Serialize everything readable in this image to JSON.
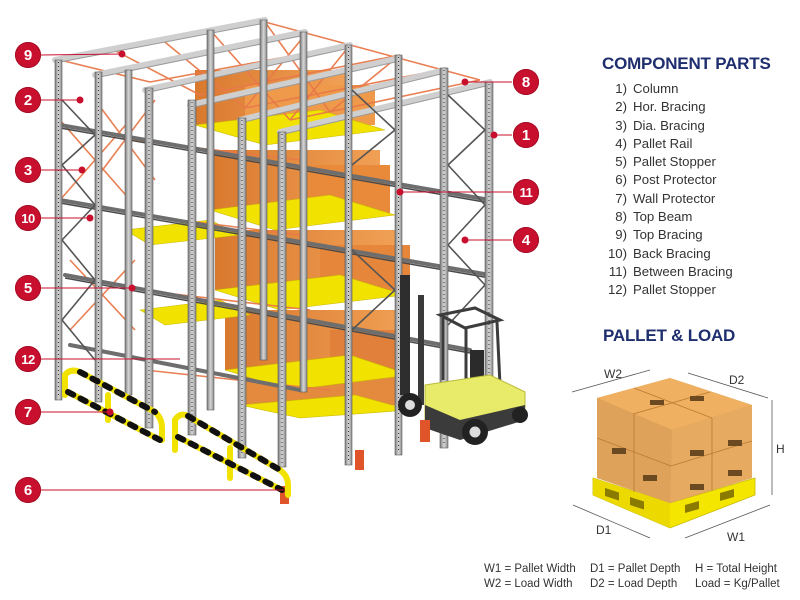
{
  "component_parts": {
    "title": "COMPONENT PARTS",
    "items": [
      {
        "num": "1)",
        "label": "Column"
      },
      {
        "num": "2)",
        "label": "Hor. Bracing"
      },
      {
        "num": "3)",
        "label": "Dia. Bracing"
      },
      {
        "num": "4)",
        "label": "Pallet Rail"
      },
      {
        "num": "5)",
        "label": "Pallet Stopper"
      },
      {
        "num": "6)",
        "label": "Post Protector"
      },
      {
        "num": "7)",
        "label": "Wall Protector"
      },
      {
        "num": "8)",
        "label": "Top Beam"
      },
      {
        "num": "9)",
        "label": "Top Bracing"
      },
      {
        "num": "10)",
        "label": "Back Bracing"
      },
      {
        "num": "11)",
        "label": "Between Bracing"
      },
      {
        "num": "12)",
        "label": "Pallet Stopper"
      }
    ]
  },
  "callouts": {
    "left": [
      "9",
      "2",
      "3",
      "10",
      "5",
      "12",
      "7",
      "6"
    ],
    "right": [
      "8",
      "1",
      "11",
      "4"
    ]
  },
  "pallet_load": {
    "title": "PALLET & LOAD",
    "dimensions": {
      "w2": "W2",
      "d2": "D2",
      "h": "H",
      "d1": "D1",
      "w1": "W1"
    }
  },
  "legend": {
    "row1": [
      "W1 = Pallet Width",
      "D1 = Pallet Depth",
      "H = Total Height"
    ],
    "row2": [
      "W2 = Load Width",
      "D2 = Load Depth",
      "Load = Kg/Pallet"
    ]
  },
  "colors": {
    "callout_red": "#c8102e",
    "title_navy": "#1f2e6e",
    "box_orange": "#e08a3c",
    "pallet_yellow": "#f5e600",
    "steel_gray": "#9a9a9a",
    "bracing_orange": "#e8794a"
  }
}
